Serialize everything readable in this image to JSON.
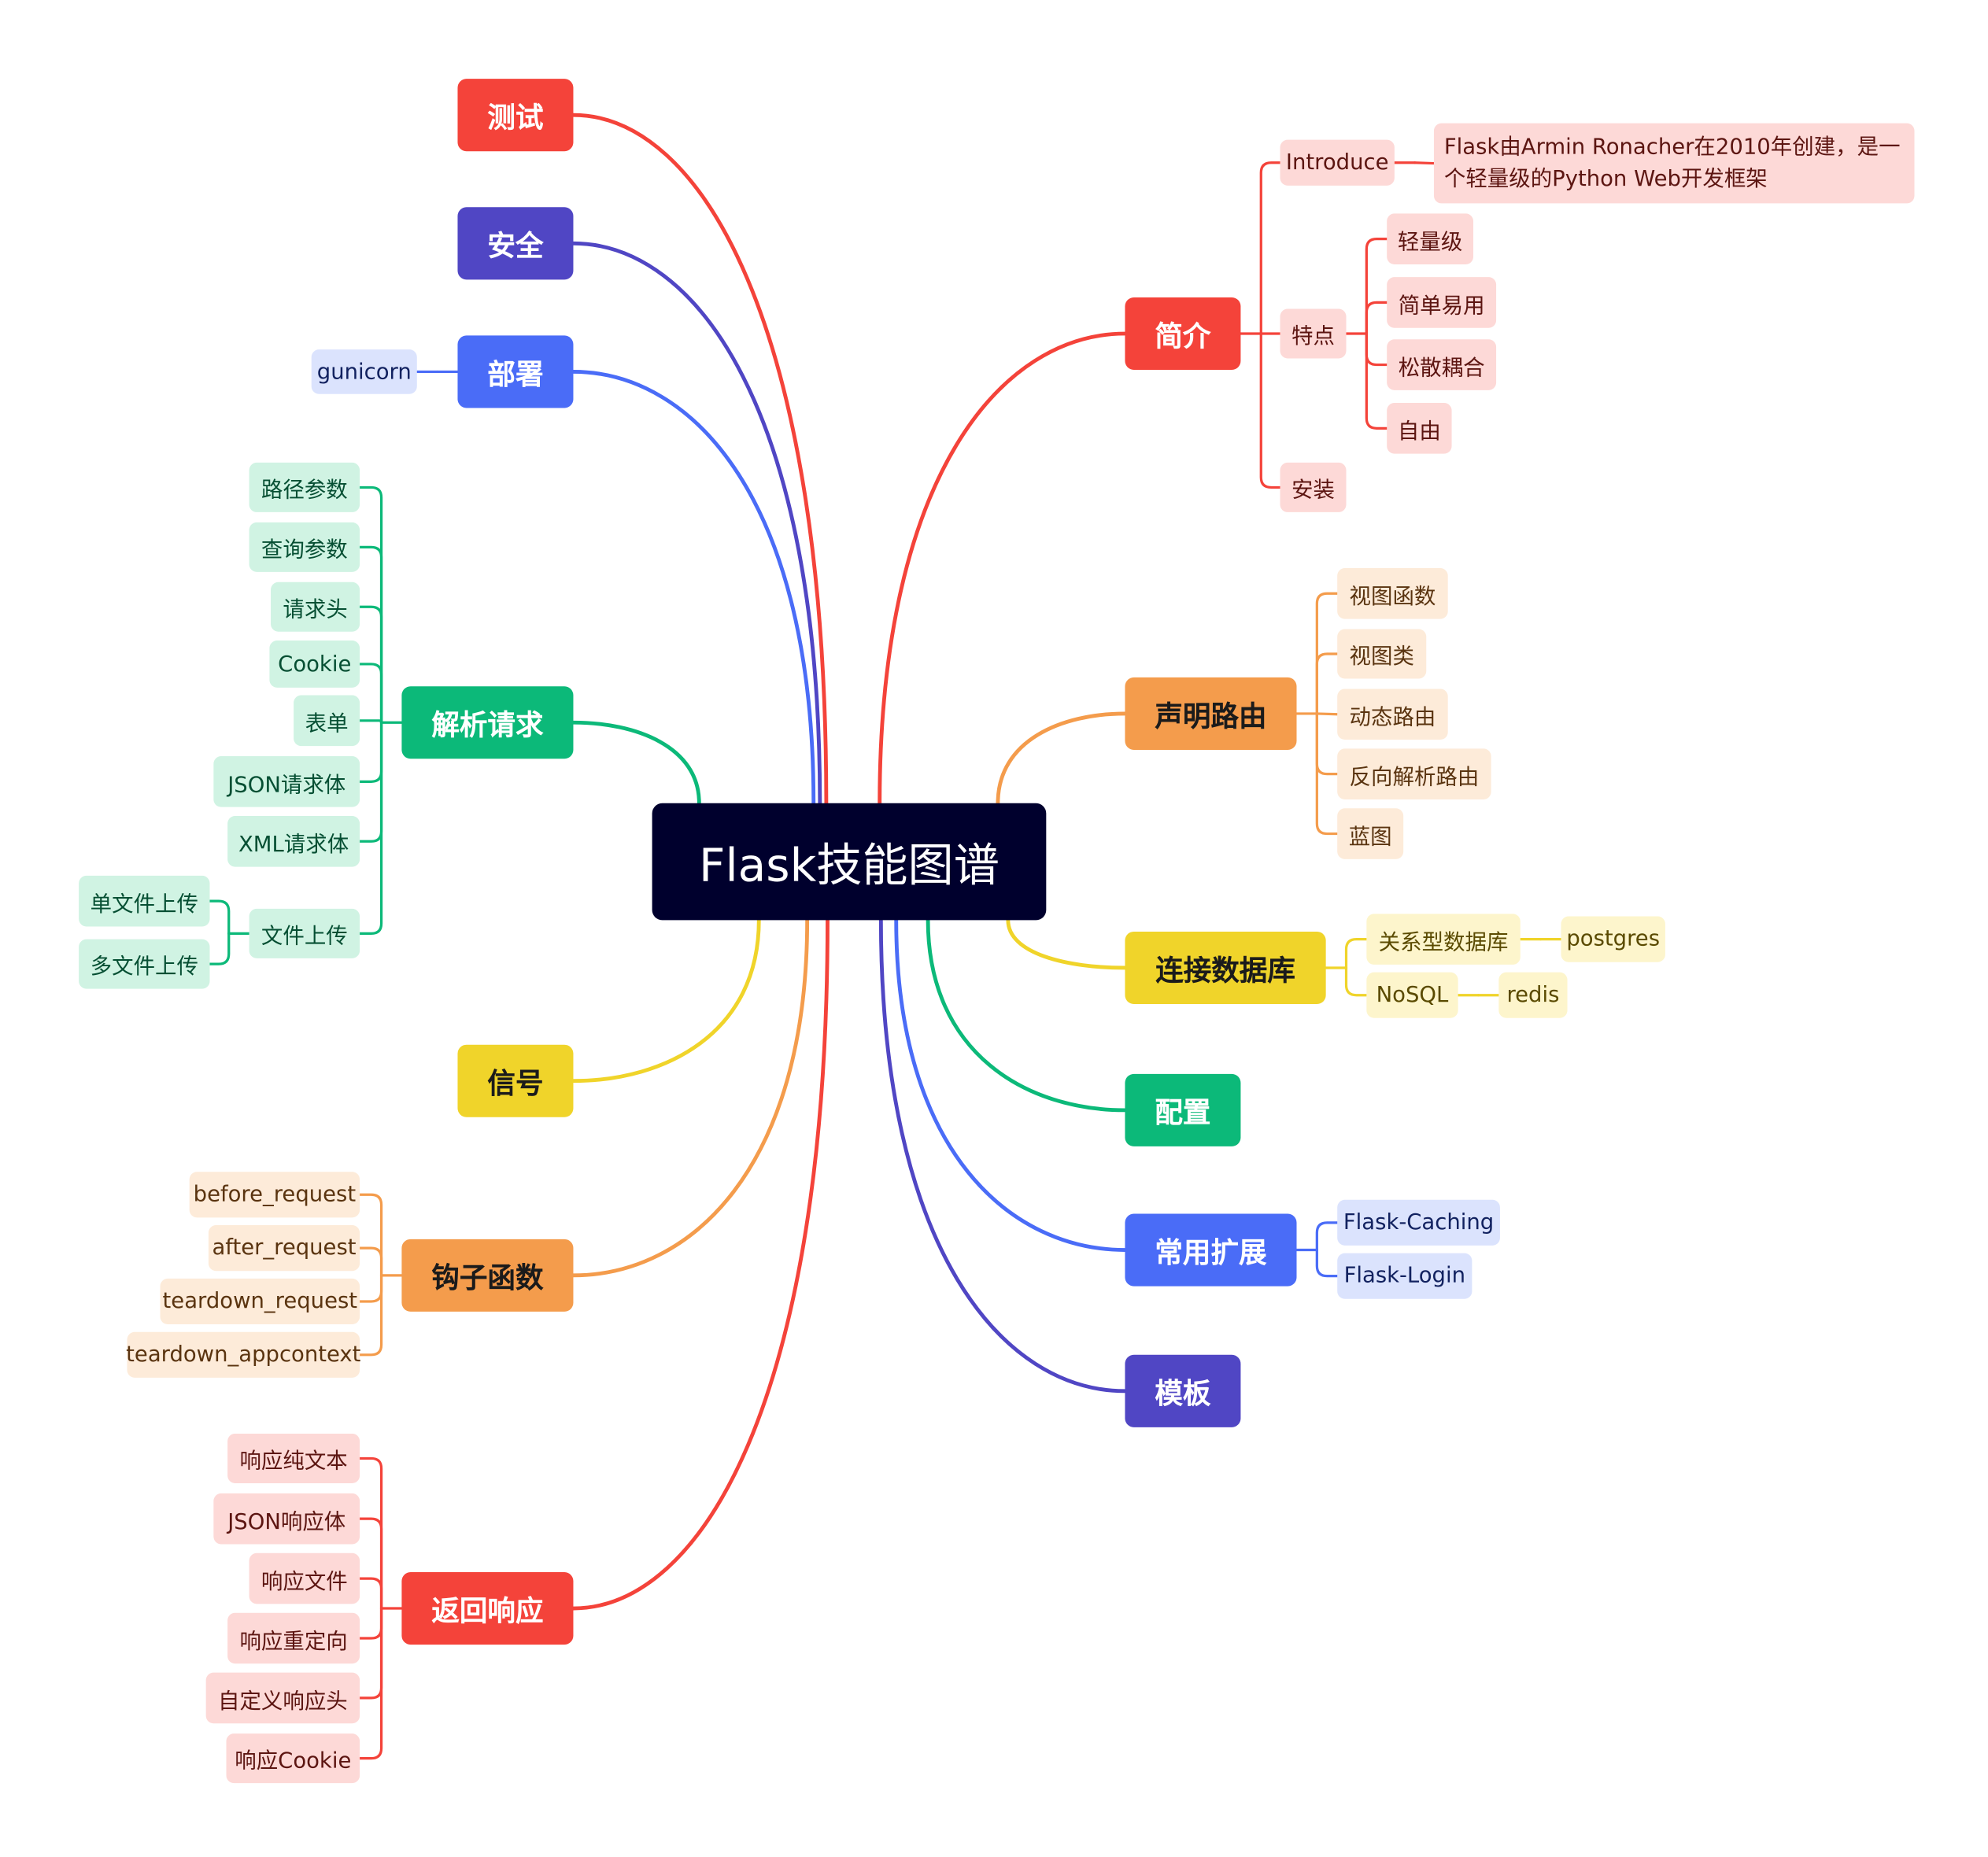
{
  "root": {
    "label": "Flask技能图谱"
  },
  "colors": {
    "root_bg": "#00002d",
    "red": {
      "main": "#f4433a",
      "leaf_bg": "#fdd9d7",
      "leaf_text": "#5c1511"
    },
    "orange": {
      "main": "#f49c4c",
      "leaf_bg": "#fdebd9",
      "leaf_text": "#5a3410"
    },
    "yellow": {
      "main": "#f0d42a",
      "leaf_bg": "#fdf5cc",
      "leaf_text": "#5a4a00"
    },
    "green": {
      "main": "#0cb979",
      "leaf_bg": "#d0f3e3",
      "leaf_text": "#064f33"
    },
    "blue": {
      "main": "#4a6cf7",
      "leaf_bg": "#dbe3fd",
      "leaf_text": "#122260"
    },
    "indigo": {
      "main": "#5046c4",
      "leaf_bg": "#dedbf5",
      "leaf_text": "#211a58"
    }
  },
  "branches": {
    "ceshi": "测试",
    "anquan": "安全",
    "bushu": {
      "label": "部署",
      "children": {
        "gunicorn": "gunicorn"
      }
    },
    "jiexi": {
      "label": "解析请求",
      "children": {
        "lujing": "路径参数",
        "chaxun": "查询参数",
        "qingqiutou": "请求头",
        "cookie": "Cookie",
        "biaodan": "表单",
        "json": "JSON请求体",
        "xml": "XML请求体",
        "wenjian": {
          "label": "文件上传",
          "children": {
            "dan": "单文件上传",
            "duo": "多文件上传"
          }
        }
      }
    },
    "xinhao": "信号",
    "gouzi": {
      "label": "钩子函数",
      "children": {
        "before": "before_request",
        "after": "after_request",
        "teardown_req": "teardown_request",
        "teardown_app": "teardown_appcontext"
      }
    },
    "fanhui": {
      "label": "返回响应",
      "children": {
        "chunwenben": "响应纯文本",
        "json": "JSON响应体",
        "wenjian": "响应文件",
        "chongdingxiang": "响应重定向",
        "zidingyi": "自定义响应头",
        "cookie": "响应Cookie"
      }
    },
    "jianjie": {
      "label": "简介",
      "children": {
        "introduce": {
          "label": "Introduce",
          "children": {
            "desc": "Flask由Armin Ronacher在2010年创建，是一个轻量级的Python Web开发框架"
          }
        },
        "tedian": {
          "label": "特点",
          "children": {
            "a": "轻量级",
            "b": "简单易用",
            "c": "松散耦合",
            "d": "自由"
          }
        },
        "anzhuang": "安装"
      }
    },
    "luyou": {
      "label": "声明路由",
      "children": {
        "a": "视图函数",
        "b": "视图类",
        "c": "动态路由",
        "d": "反向解析路由",
        "e": "蓝图"
      }
    },
    "shujuku": {
      "label": "连接数据库",
      "children": {
        "guanxi": {
          "label": "关系型数据库",
          "children": {
            "pg": "postgres"
          }
        },
        "nosql": {
          "label": "NoSQL",
          "children": {
            "redis": "redis"
          }
        }
      }
    },
    "peizhi": "配置",
    "kuozhan": {
      "label": "常用扩展",
      "children": {
        "caching": "Flask-Caching",
        "login": "Flask-Login"
      }
    },
    "moban": "模板"
  }
}
